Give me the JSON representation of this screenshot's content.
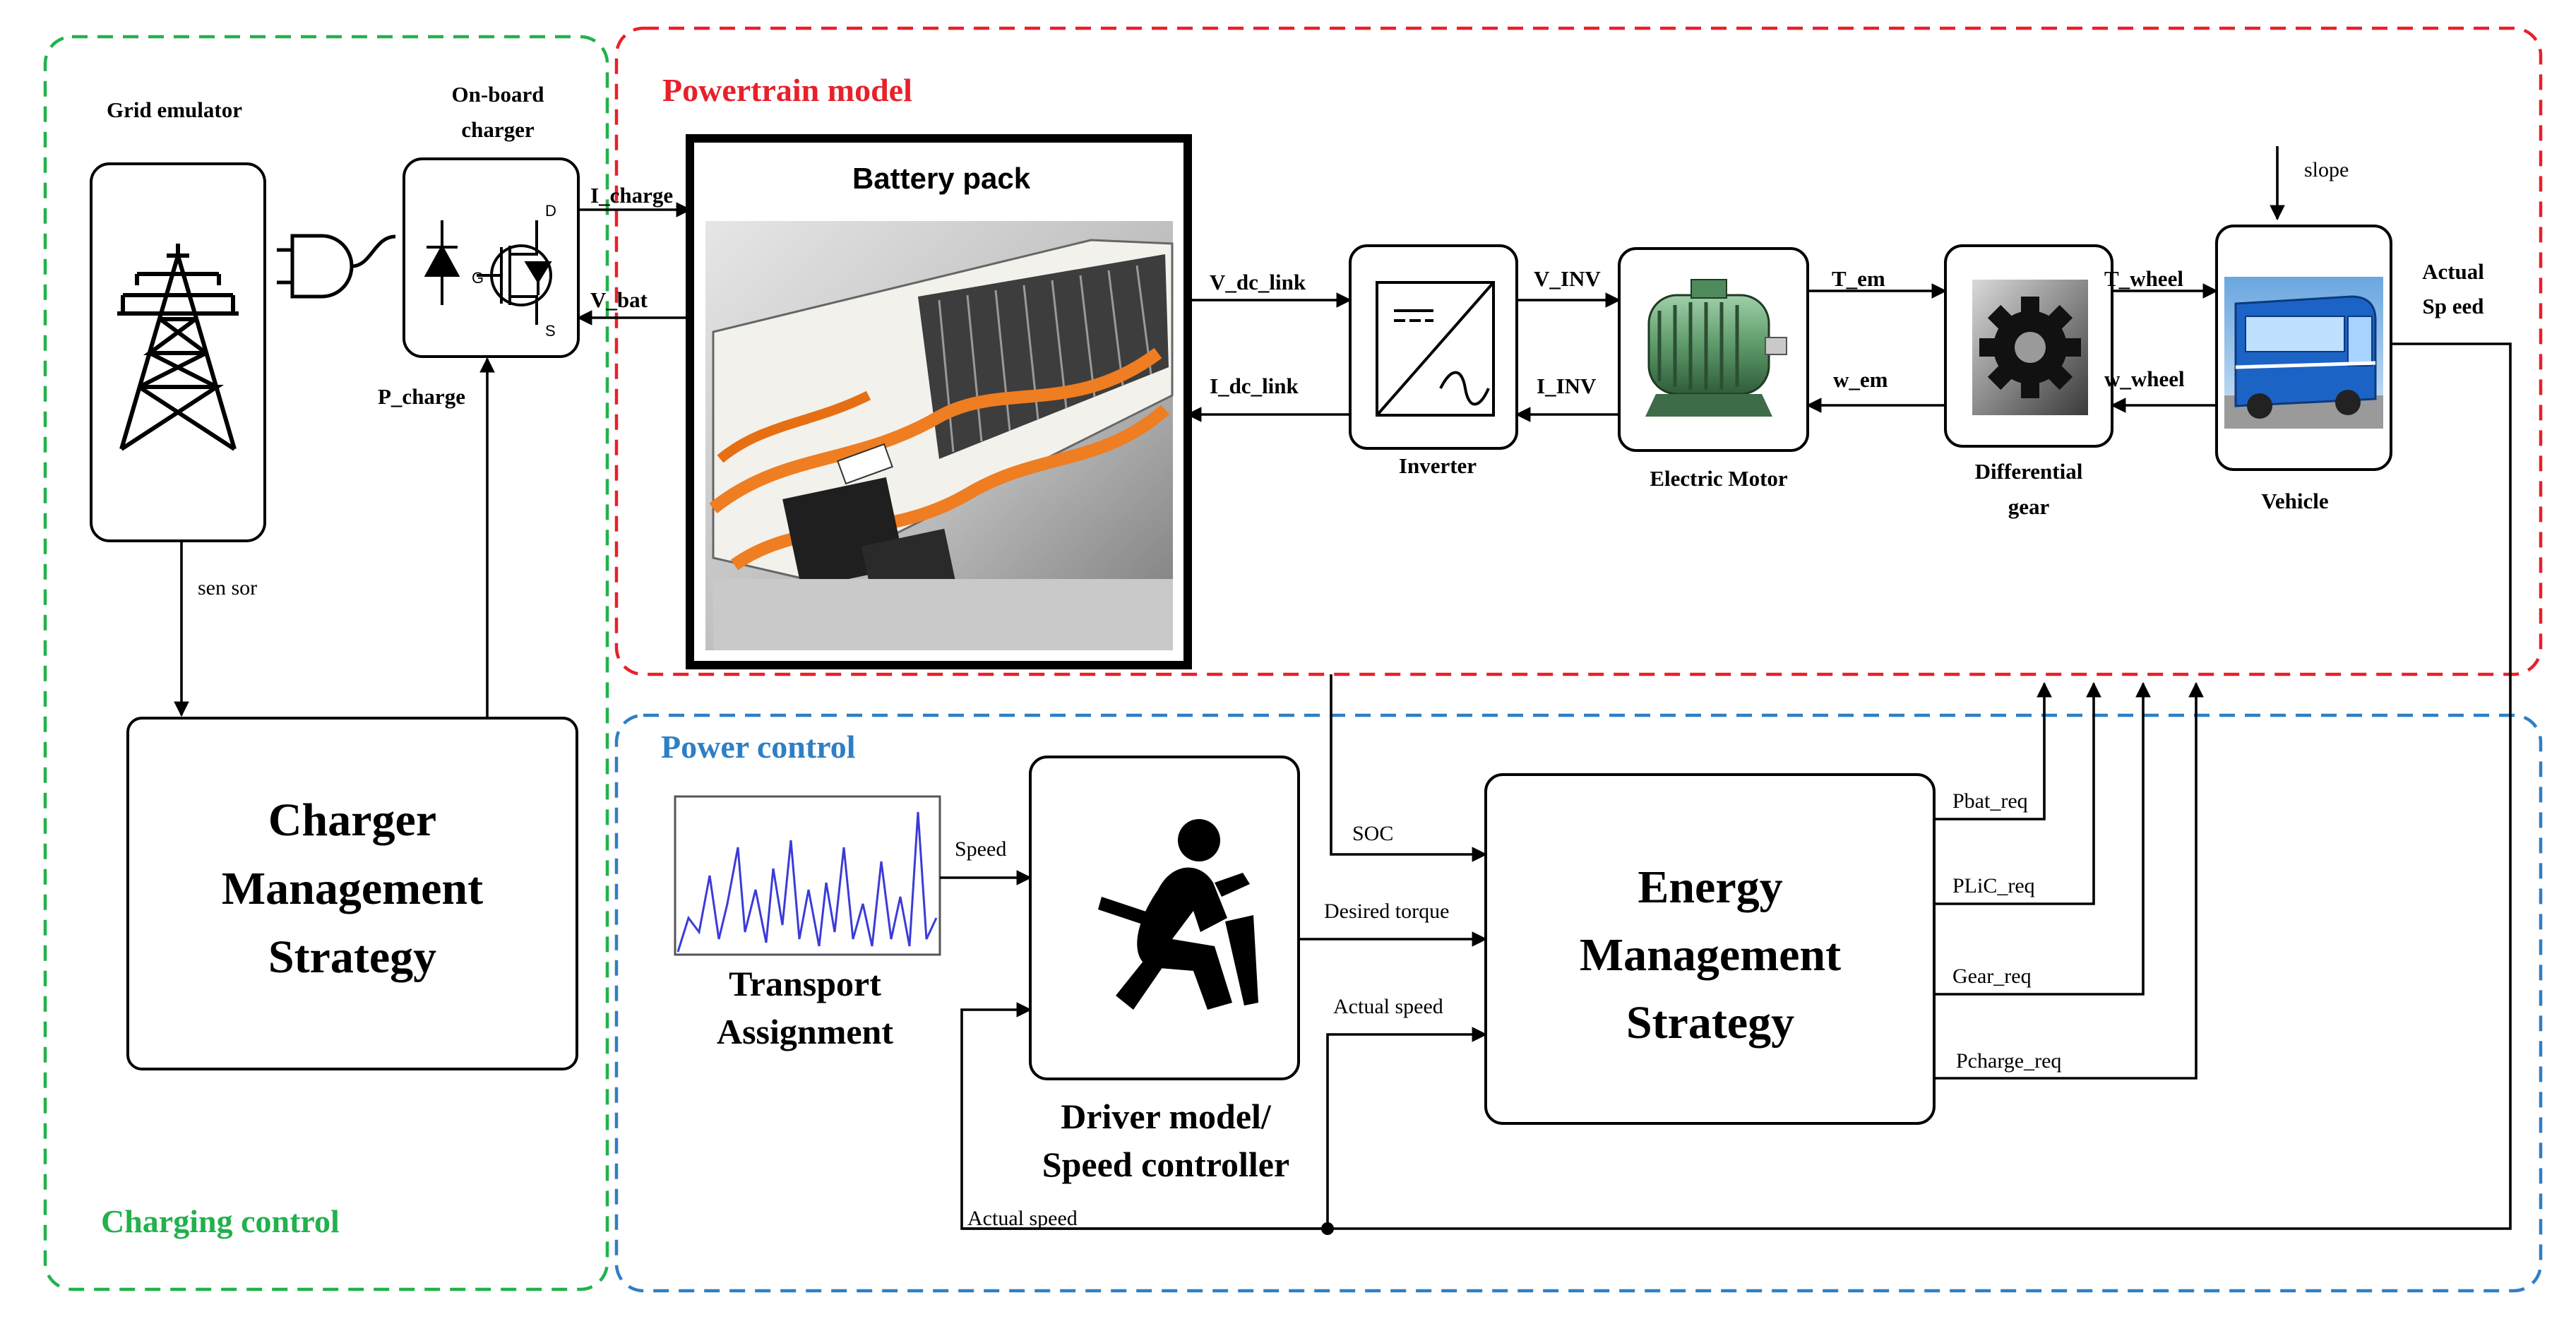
{
  "regions": {
    "charging": {
      "title": "Charging control",
      "color": "#22b14c"
    },
    "powertrain": {
      "title": "Powertrain model",
      "color": "#e8202a"
    },
    "power": {
      "title": "Power control",
      "color": "#2e7fc5"
    }
  },
  "blocks": {
    "grid_emulator": "Grid emulator",
    "onboard_charger": [
      "On-board",
      "charger"
    ],
    "battery_pack": "Battery pack",
    "inverter": "Inverter",
    "electric_motor": "Electric Motor",
    "differential_gear": [
      "Differential",
      "gear"
    ],
    "vehicle": "Vehicle",
    "charger_mgmt": [
      "Charger",
      "Management",
      "Strategy"
    ],
    "energy_mgmt": [
      "Energy",
      "Management",
      "Strategy"
    ],
    "transport": [
      "Transport",
      "Assignment"
    ],
    "driver": [
      "Driver model/",
      "Speed controller"
    ]
  },
  "signals": {
    "i_charge": "I_charge",
    "v_bat": "V_bat",
    "p_charge": "P_charge",
    "sensor": "sen sor",
    "v_dc_link": "V_dc_link",
    "i_dc_link": "I_dc_link",
    "v_inv": "V_INV",
    "i_inv": "I_INV",
    "t_em": "T_em",
    "w_em": "w_em",
    "t_wheel": "T_wheel",
    "w_wheel": "w_wheel",
    "slope": "slope",
    "actual_speed_top": [
      "Actual",
      "Sp eed"
    ],
    "speed": "Speed",
    "soc": "SOC",
    "desired_torque": "Desired torque",
    "actual_speed_mid": "Actual speed",
    "actual_speed_bottom": "Actual speed",
    "pbat_req": "Pbat_req",
    "plic_req": "PLiC_req",
    "gear_req": "Gear_req",
    "pcharge_req": "Pcharge_req"
  },
  "icons": {
    "grid": "transmission-tower-icon",
    "plug": "plug-icon",
    "charger": "diode-mosfet-icon",
    "battery": "battery-pack-photo",
    "inverter": "inverter-symbol-icon",
    "motor": "electric-motor-icon",
    "gear": "gear-icon",
    "vehicle": "bus-icon",
    "driver": "driver-seat-icon",
    "speed_profile": "speed-profile-plot"
  }
}
